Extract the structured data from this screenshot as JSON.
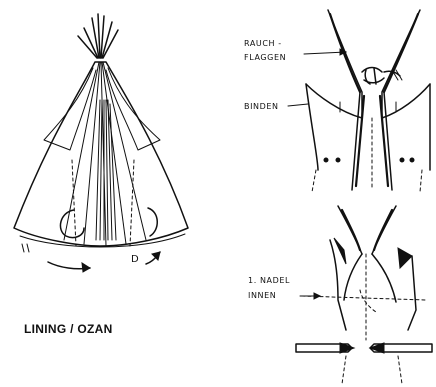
{
  "labels": {
    "rauch_1": "RAUCH -",
    "rauch_2": "FLAGGEN",
    "binden": "BINDEN",
    "nadel_1": "1. NADEL",
    "nadel_2": "INNEN",
    "caption": "LINING / OZAN",
    "mark_d": "D"
  }
}
